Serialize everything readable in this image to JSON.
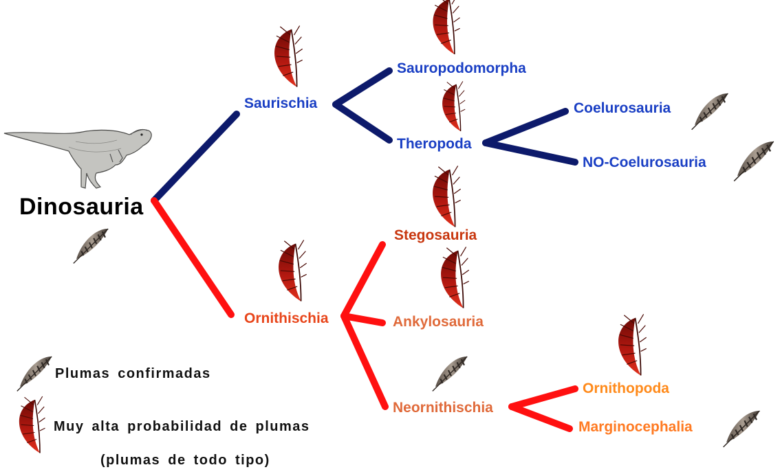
{
  "diagram": {
    "root": {
      "label": "Dinosauria"
    },
    "nodes": {
      "saurischia": {
        "label": "Saurischia",
        "marker": "red-feather-icon"
      },
      "sauropodomorpha": {
        "label": "Sauropodomorpha",
        "marker": "red-feather-icon"
      },
      "theropoda": {
        "label": "Theropoda",
        "marker": "red-feather-icon"
      },
      "coelurosauria": {
        "label": "Coelurosauria",
        "marker": "gray-feather-icon"
      },
      "no_coelurosauria": {
        "label": "NO-Coelurosauria",
        "marker": "gray-feather-icon"
      },
      "ornithischia": {
        "label": "Ornithischia",
        "marker": "red-feather-icon"
      },
      "stegosauria": {
        "label": "Stegosauria",
        "marker": "red-feather-icon"
      },
      "ankylosauria": {
        "label": "Ankylosauria",
        "marker": "red-feather-icon"
      },
      "neornithischia": {
        "label": "Neornithischia",
        "marker": "gray-feather-icon"
      },
      "ornithopoda": {
        "label": "Ornithopoda",
        "marker": "red-feather-icon"
      },
      "marginocephalia": {
        "label": "Marginocephalia",
        "marker": "gray-feather-icon"
      }
    },
    "edges": [
      [
        "dinosauria",
        "saurischia"
      ],
      [
        "dinosauria",
        "ornithischia"
      ],
      [
        "saurischia",
        "sauropodomorpha"
      ],
      [
        "saurischia",
        "theropoda"
      ],
      [
        "theropoda",
        "coelurosauria"
      ],
      [
        "theropoda",
        "no_coelurosauria"
      ],
      [
        "ornithischia",
        "stegosauria"
      ],
      [
        "ornithischia",
        "ankylosauria"
      ],
      [
        "ornithischia",
        "neornithischia"
      ],
      [
        "neornithischia",
        "ornithopoda"
      ],
      [
        "neornithischia",
        "marginocephalia"
      ]
    ],
    "illustration": "dinosaur-illustration"
  },
  "legend": {
    "confirmed": {
      "label": "Plumas confirmadas",
      "icon": "gray-feather-icon"
    },
    "probable": {
      "label_line1": "Muy alta probabilidad de plumas",
      "label_line2": "(plumas de todo tipo)",
      "icon": "red-feather-icon"
    }
  },
  "colors": {
    "saurischia_branch": "#0d1a6b",
    "ornithischia_branch": "#ff1010",
    "saurischia_text": "#1a3fc4",
    "ornithischia_text": "#e8451a",
    "ankylosauria_text": "#e06a3a",
    "ornithopoda_text": "#ff8a1a",
    "marginocephalia_text": "#ff7a22",
    "root_text": "#000000"
  }
}
